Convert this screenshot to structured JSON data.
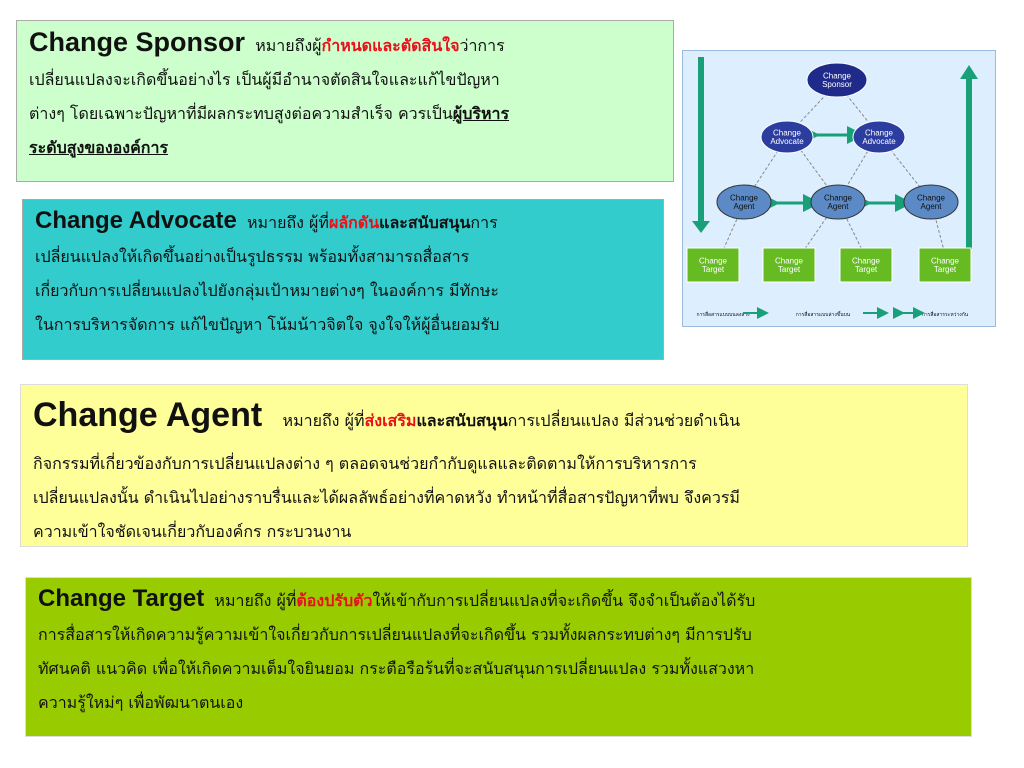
{
  "sponsor": {
    "term": "Change Sponsor",
    "t1": "หมายถึงผู้",
    "red": "กำหนดและตัดสินใจ",
    "t2": "ว่าการ",
    "line2": "เปลี่ยนแปลงจะเกิดขึ้นอย่างไร เป็นผู้มีอำนาจตัดสินใจและแก้ไขปัญหา",
    "line3a": "ต่างๆ โดยเฉพาะปัญหาที่มีผลกระทบสูงต่อความสำเร็จ ควรเป็น",
    "bold_a": "ผู้บริหาร",
    "line4": "ระดับสูงขององค์การ"
  },
  "advocate": {
    "term": "Change Advocate",
    "t1": "หมายถึง ผู้ที่",
    "red": "ผลักดัน",
    "bold": "และสนับสนุน",
    "t2": "การ",
    "line2": "เปลี่ยนแปลงให้เกิดขึ้นอย่างเป็นรูปธรรม พร้อมทั้งสามารถสื่อสาร",
    "line3": "เกี่ยวกับการเปลี่ยนแปลงไปยังกลุ่มเป้าหมายต่างๆ ในองค์การ มีทักษะ",
    "line4": "ในการบริหารจัดการ แก้ไขปัญหา โน้มน้าวจิตใจ จูงใจให้ผู้อื่นยอมรับ"
  },
  "agent": {
    "term": "Change Agent",
    "t1": "หมายถึง ผู้ที่",
    "red": "ส่งเสริม",
    "bold": "และสนับสนุน",
    "t2": "การเปลี่ยนแปลง มีส่วนช่วยดำเนิน",
    "line2": "กิจกรรมที่เกี่ยวข้องกับการเปลี่ยนแปลงต่าง ๆ ตลอดจนช่วยกำกับดูแลและติดตามให้การบริหารการ",
    "line3": "เปลี่ยนแปลงนั้น ดำเนินไปอย่างราบรื่นและได้ผลลัพธ์อย่างที่คาดหวัง ทำหน้าที่สื่อสารปัญหาที่พบ จึงควรมี",
    "line4": "ความเข้าใจชัดเจนเกี่ยวกับองค์กร กระบวนงาน"
  },
  "target": {
    "term": "Change Target",
    "t1": "หมายถึง ผู้ที่",
    "red": "ต้องปรับตัว",
    "t2": "ให้เข้ากับการเปลี่ยนแปลงที่จะเกิดขึ้น จึงจำเป็นต้องได้รับ",
    "line2": "การสื่อสารให้เกิดความรู้ความเข้าใจเกี่ยวกับการเปลี่ยนแปลงที่จะเกิดขึ้น รวมทั้งผลกระทบต่างๆ  มีการปรับ",
    "line3": "ทัศนคติ แนวคิด เพื่อให้เกิดความเต็มใจยินยอม กระตือรือร้นที่จะสนับสนุนการเปลี่ยนแปลง รวมทั้งแสวงหา",
    "line4": "ความรู้ใหม่ๆ เพื่อพัฒนาตนเอง"
  },
  "diagram": {
    "sponsor": [
      "Change",
      "Sponsor"
    ],
    "advocate": [
      "Change",
      "Advocate"
    ],
    "agent": [
      "Change",
      "Agent"
    ],
    "target": [
      "Change",
      "Target"
    ],
    "legend": [
      "การสื่อสารแบบบนลงล่าง",
      "การสื่อสารแบบล่างขึ้นบน",
      "การสื่อสารระหว่างกัน"
    ],
    "colors": {
      "sponsor": "#1f2a8a",
      "advocate": "#2b3d9e",
      "agent": "#5b8ac6",
      "target": "#66bb22",
      "arrow": "#1aa079"
    }
  }
}
